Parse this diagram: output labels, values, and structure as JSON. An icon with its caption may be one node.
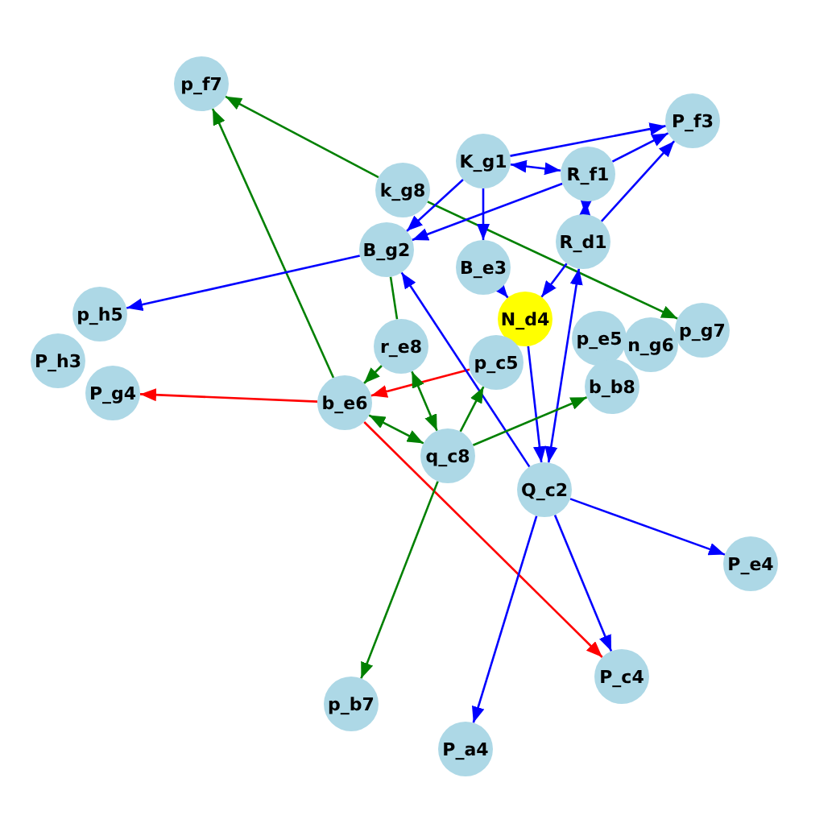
{
  "diagram": {
    "nodes": [
      {
        "text": [
          "p_f7"
        ]
      },
      {
        "text": [
          "P_f3"
        ]
      },
      {
        "text": [
          "R_f1"
        ]
      },
      {
        "text": [
          "k_g8"
        ]
      },
      {
        "text": [
          "K_g1"
        ]
      },
      {
        "text": [
          "B_g2"
        ]
      },
      {
        "text": [
          "R_d1"
        ]
      },
      {
        "text": [
          "B_e3"
        ]
      },
      {
        "text": [
          "N_d4"
        ]
      },
      {
        "text": [
          "p_g7"
        ]
      },
      {
        "text": [
          "n_g6"
        ]
      },
      {
        "text": [
          "p_e5"
        ]
      },
      {
        "text": [
          "p_c5"
        ]
      },
      {
        "text": [
          "r_e8"
        ]
      },
      {
        "text": [
          "p_h5"
        ]
      },
      {
        "text": [
          "b_b8"
        ]
      },
      {
        "text": [
          "P_h3"
        ]
      },
      {
        "text": [
          "P_g4"
        ]
      },
      {
        "text": [
          "b_e6"
        ]
      },
      {
        "text": [
          "q_c8"
        ]
      },
      {
        "text": [
          "Q_c2"
        ]
      },
      {
        "text": [
          "P_e4"
        ]
      },
      {
        "text": [
          "P_c4"
        ]
      },
      {
        "text": [
          "p_b7"
        ]
      },
      {
        "text": [
          "P_a4"
        ]
      }
    ],
    "edges": [
      {
        "from": 3,
        "to": 0,
        "arrow": "to",
        "color": "#008000"
      },
      {
        "from": 3,
        "to": 9,
        "arrow": "to",
        "color": "#008000"
      },
      {
        "from": 18,
        "to": 0,
        "arrow": "to",
        "color": "#008000"
      },
      {
        "from": 4,
        "to": 5,
        "arrow": "to"
      },
      {
        "from": 2,
        "to": 5,
        "arrow": "to"
      },
      {
        "from": 4,
        "to": 1,
        "arrow": "to"
      },
      {
        "from": 4,
        "to": 2,
        "arrow": "both"
      },
      {
        "from": 2,
        "to": 1,
        "arrow": "to"
      },
      {
        "from": 6,
        "to": 1,
        "arrow": "to"
      },
      {
        "from": 6,
        "to": 2,
        "arrow": "both"
      },
      {
        "from": 7,
        "to": 8,
        "arrow": "to"
      },
      {
        "from": 6,
        "to": 8,
        "arrow": "to"
      },
      {
        "from": 4,
        "to": 7,
        "arrow": "to"
      },
      {
        "from": 13,
        "to": 5,
        "arrow": "none",
        "color": "#008000"
      },
      {
        "from": 12,
        "to": 18,
        "arrow": "to",
        "color": "#ff0000"
      },
      {
        "from": 20,
        "to": 5,
        "arrow": "to"
      },
      {
        "from": 5,
        "to": 14,
        "arrow": "to"
      },
      {
        "from": 13,
        "to": 18,
        "arrow": "to",
        "color": "#008000"
      },
      {
        "from": 18,
        "to": 17,
        "arrow": "to",
        "color": "#ff0000"
      },
      {
        "from": 6,
        "to": 20,
        "arrow": "both"
      },
      {
        "from": 8,
        "to": 20,
        "arrow": "to"
      },
      {
        "from": 13,
        "to": 19,
        "arrow": "both",
        "color": "#008000"
      },
      {
        "from": 18,
        "to": 19,
        "arrow": "both",
        "color": "#008000"
      },
      {
        "from": 19,
        "to": 12,
        "arrow": "to",
        "color": "#008000"
      },
      {
        "from": 19,
        "to": 15,
        "arrow": "to",
        "color": "#008000"
      },
      {
        "from": 18,
        "to": 22,
        "arrow": "to",
        "color": "#ff0000"
      },
      {
        "from": 19,
        "to": 23,
        "arrow": "to",
        "color": "#008000"
      },
      {
        "from": 20,
        "to": 21,
        "arrow": "to"
      },
      {
        "from": 20,
        "to": 22,
        "arrow": "to"
      },
      {
        "from": 20,
        "to": 24,
        "arrow": "to"
      }
    ]
  }
}
